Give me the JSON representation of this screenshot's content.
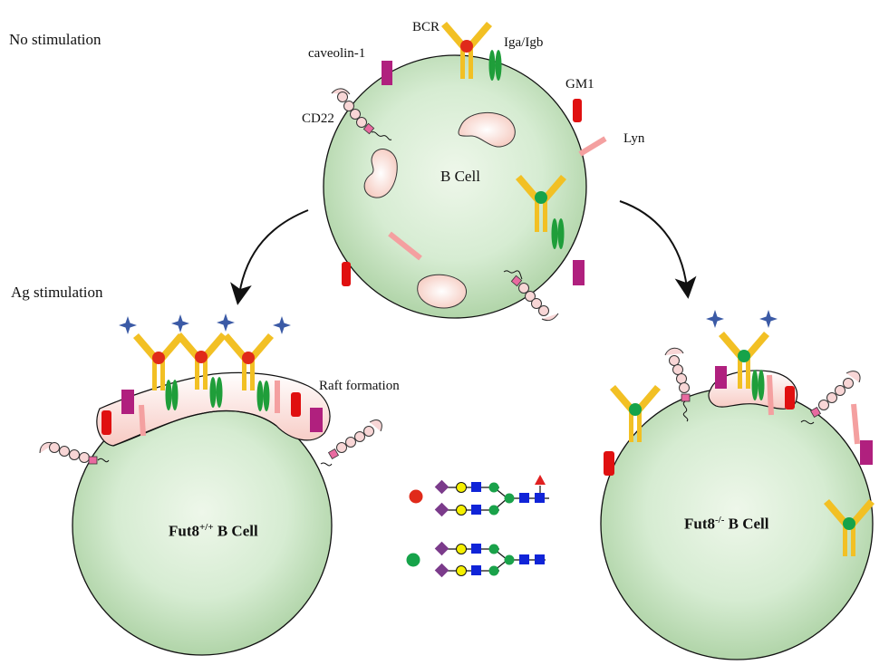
{
  "conditions": {
    "top": "No stimulation",
    "bottom": "Ag stimulation"
  },
  "labels": {
    "bcr": "BCR",
    "iga_igb": "Iga/Igb",
    "caveolin": "caveolin-1",
    "gm1": "GM1",
    "cd22": "CD22",
    "lyn": "Lyn",
    "raft": "Raft formation"
  },
  "cells": {
    "center": "B Cell",
    "left_prefix": "Fut8",
    "left_sup": "+/+",
    "left_suffix": " B Cell",
    "right_prefix": "Fut8",
    "right_sup": "-/-",
    "right_suffix": " B Cell"
  },
  "colors": {
    "cell_fill_center": "#d6ecd2",
    "cell_fill_edge": "#a8cf9f",
    "antibody": "#f2c024",
    "core_fucosylated_dot": "#e02a1a",
    "non_fucosylated_dot": "#16a34a",
    "iga_igb": "#1f9e3a",
    "gm1": "#e01010",
    "caveolin": "#b0207e",
    "lyn": "#f4a0a0",
    "cd22_bead": "#f8d6d6",
    "raft_fill": "#fbd9d4",
    "antigen_star": "#3b5aa6",
    "glycan_sialic_acid": "#7b3b8b",
    "glycan_galactose": "#f5f000",
    "glycan_glcnac": "#1024d8",
    "glycan_mannose": "#1aa24a",
    "glycan_fucose": "#e02020"
  },
  "icons": [
    "antibody-icon",
    "antigen-star-icon",
    "glycan-structure-icon",
    "lipid-raft-icon"
  ]
}
